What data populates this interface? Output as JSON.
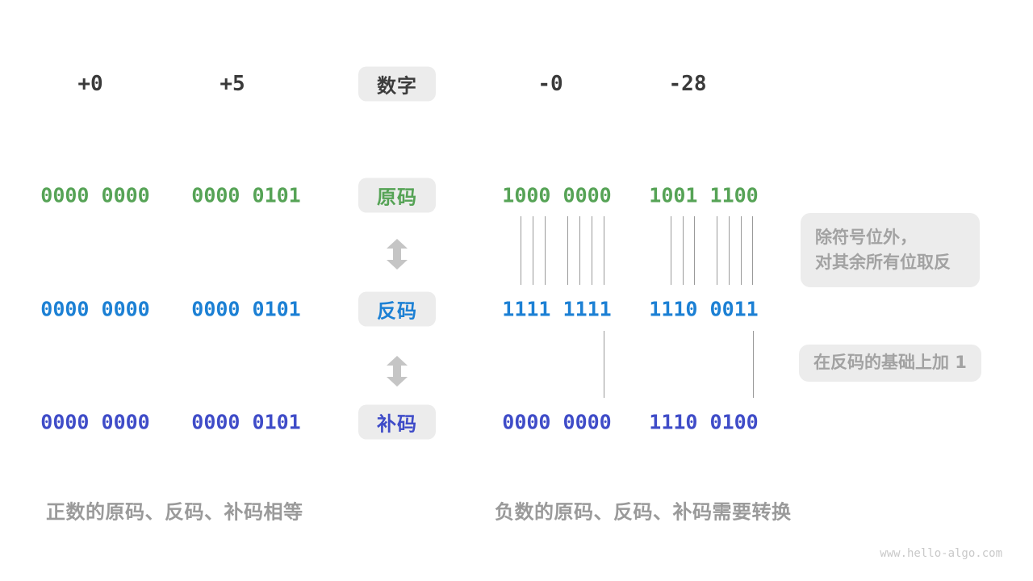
{
  "page": {
    "watermark": "www.hello-algo.com"
  },
  "colors": {
    "sign_magnitude_green": "#56a356",
    "ones_complement_blue": "#1c80d4",
    "twos_complement_indigo": "#3f4cc8",
    "header_text": "#3a3a3a",
    "muted_gray": "#9a9a9a",
    "box_background": "#ececec",
    "arrow_gray": "#c5c5c5"
  },
  "header": {
    "label": "数字",
    "values": [
      "+0",
      "+5",
      "-0",
      "-28"
    ]
  },
  "rows": [
    {
      "id": "sign-magnitude",
      "label": "原码",
      "values": [
        "0000 0000",
        "0000 0101",
        "1000 0000",
        "1001 1100"
      ]
    },
    {
      "id": "ones-complement",
      "label": "反码",
      "values": [
        "0000 0000",
        "0000 0101",
        "1111 1111",
        "1110 0011"
      ]
    },
    {
      "id": "twos-complement",
      "label": "补码",
      "values": [
        "0000 0000",
        "0000 0101",
        "0000 0000",
        "1110 0100"
      ]
    }
  ],
  "annotations": {
    "invert": {
      "line1": "除符号位外，",
      "line2": "对其余所有位取反"
    },
    "add_one": "在反码的基础上加 1"
  },
  "captions": {
    "positive": "正数的原码、反码、补码相等",
    "negative": "负数的原码、反码、补码需要转换"
  },
  "icons": {
    "up_down_arrow": "double-headed vertical arrow"
  }
}
